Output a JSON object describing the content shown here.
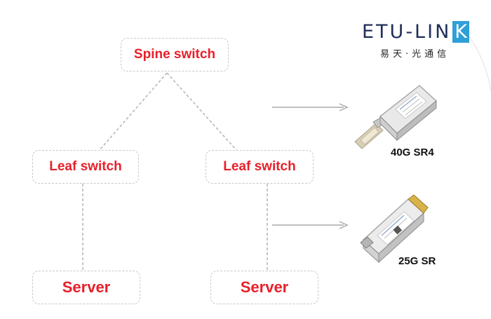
{
  "nodes": {
    "spine": "Spine switch",
    "leaf_left": "Leaf switch",
    "leaf_right": "Leaf switch",
    "server_left": "Server",
    "server_right": "Server"
  },
  "logo": {
    "text": "ETU-LIN",
    "last_letter": "K",
    "subtitle": "易天·光通信"
  },
  "modules": {
    "qsfp": "40G SR4",
    "sfp": "25G SR"
  },
  "colors": {
    "node_text": "#e8202a",
    "link_line": "#b8b8b8",
    "arrow": "#aaaaaa",
    "logo_dark": "#1f2d5a",
    "logo_accent": "#2f9fd8"
  }
}
